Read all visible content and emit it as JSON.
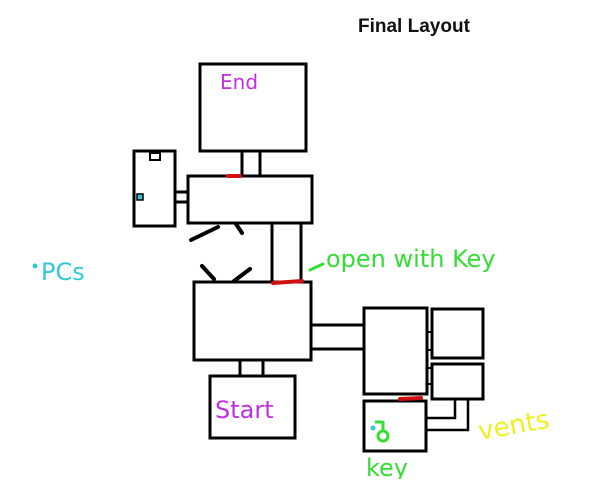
{
  "title": "Final Layout",
  "rooms": {
    "end": "End",
    "start": "Start"
  },
  "labels": {
    "pcs": "PCs",
    "open_with_key": "open with Key",
    "vents": "vents",
    "key": "key"
  },
  "colors": {
    "room_stroke": "#000000",
    "door": "#d01010",
    "magenta": "#c030e0",
    "green": "#33dd33",
    "cyan": "#30c8d8",
    "yellow": "#f0f020"
  }
}
